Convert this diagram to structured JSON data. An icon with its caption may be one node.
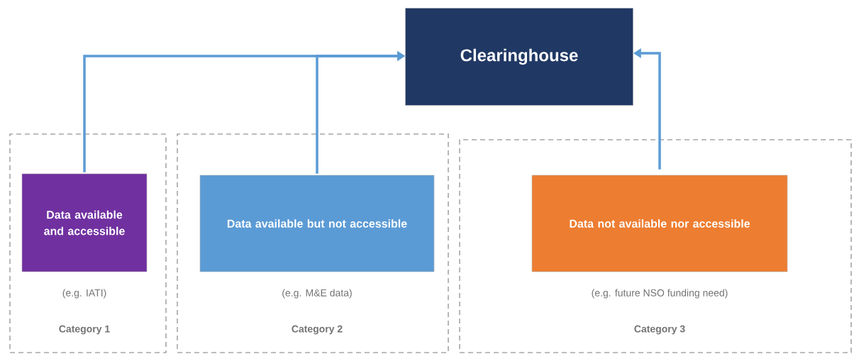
{
  "diagram": {
    "nodes": [
      {
        "text": [
          "Clearinghouse"
        ]
      },
      {
        "text": [
          "(e.g. IATI)",
          "Category 1"
        ]
      },
      {
        "text": [
          "Data available and accessible"
        ],
        "in": 1
      },
      {
        "text": [
          "(e.g. M&E data)",
          "Category 2"
        ]
      },
      {
        "text": [
          "Data available but not accessible"
        ],
        "in": 3
      },
      {
        "text": [
          "(e.g. future NSO funding need)",
          "Category 3"
        ]
      },
      {
        "text": [
          "Data not available nor accessible"
        ],
        "in": 5
      }
    ],
    "edges": [
      {
        "from": 2,
        "to": 0,
        "arrow": "to"
      },
      {
        "from": 4,
        "to": 0,
        "arrow": "to"
      },
      {
        "from": 6,
        "to": 0,
        "arrow": "to"
      }
    ]
  }
}
